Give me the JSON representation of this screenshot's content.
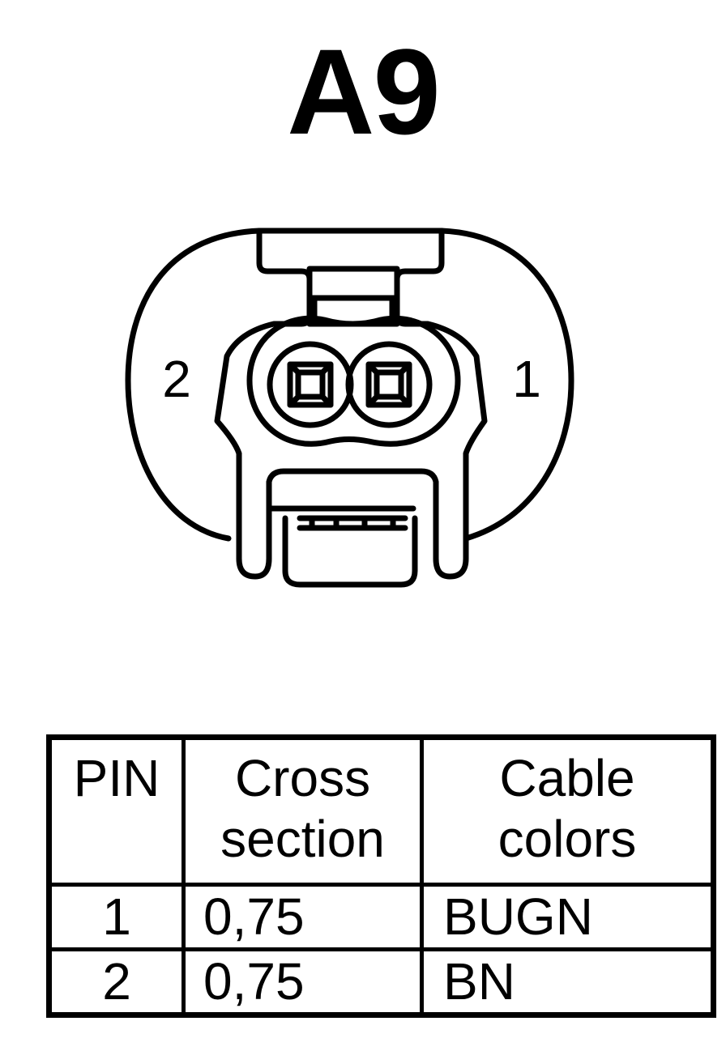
{
  "connector": {
    "title": "A9",
    "pin_labels": [
      "2",
      "1"
    ]
  },
  "table": {
    "headers": {
      "pin": "PIN",
      "cross_line1": "Cross",
      "cross_line2": "section",
      "color_line1": "Cable",
      "color_line2": "colors"
    },
    "rows": [
      {
        "pin": "1",
        "cross_section": "0,75",
        "cable_color": "BUGN"
      },
      {
        "pin": "2",
        "cross_section": "0,75",
        "cable_color": "BN"
      }
    ]
  }
}
